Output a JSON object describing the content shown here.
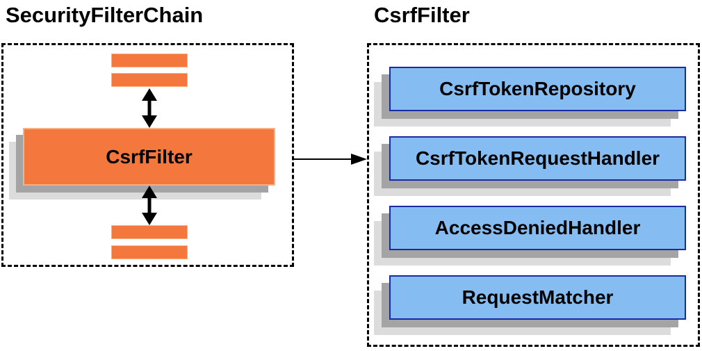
{
  "left_panel": {
    "title": "SecurityFilterChain",
    "filter_label": "CsrfFilter"
  },
  "right_panel": {
    "title": "CsrfFilter",
    "components": [
      {
        "label": "CsrfTokenRepository"
      },
      {
        "label": "CsrfTokenRequestHandler"
      },
      {
        "label": "AccessDeniedHandler"
      },
      {
        "label": "RequestMatcher"
      }
    ]
  },
  "colors": {
    "filter_orange": "#f4773e",
    "filter_orange_border": "#f9b183",
    "component_blue": "#85bcf2",
    "component_blue_border": "#1b2aa0",
    "shadow_dark": "#a4a4a4",
    "shadow_light": "#dcdcdc",
    "connector_black": "#000000"
  }
}
